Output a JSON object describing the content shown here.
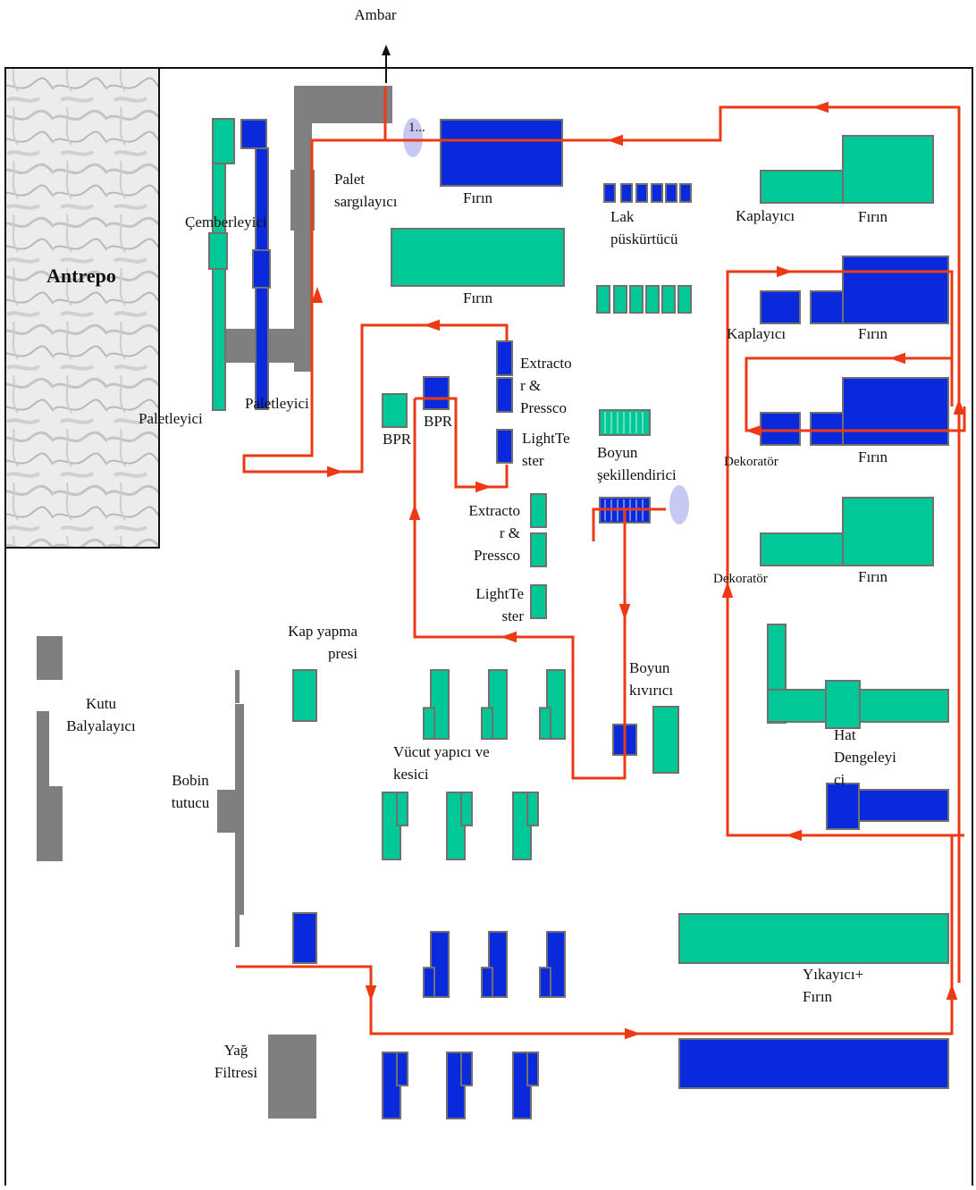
{
  "colors": {
    "green": "#00c896",
    "blue": "#0a28dc",
    "gray": "#7f7f7f",
    "flow": "#ee3a14",
    "outline": "#707070",
    "marker": "#c8c8f5"
  },
  "labels": {
    "ambar": "Ambar",
    "antrepo": "Antrepo",
    "palet_sargilayici": "Palet\nsargılayıcı",
    "cemberleyici": "Çemberleyici",
    "paletleyici_left": "Paletleyici",
    "paletleyici_center": "Paletleyici",
    "firin_top": "Fırın",
    "firin_mid": "Fırın",
    "lak_puskurtucu": "Lak\npüskürtücü",
    "kaplayici_1": "Kaplayıcı",
    "firin_r1": "Fırın",
    "kaplayici_2": "Kaplayıcı",
    "firin_r2": "Fırın",
    "dekorator_1": "Dekoratör",
    "firin_r3": "Fırın",
    "dekorator_2": "Dekoratör",
    "firin_r4": "Fırın",
    "extractor_top": "Extracto\nr &\nPressco",
    "lighttester_top": "LightTe\nster",
    "bpr_left": "BPR",
    "bpr_right": "BPR",
    "extractor_mid": "Extracto\nr &\nPressco",
    "lighttester_mid": "LightTe\nster",
    "boyun_sekillendirici": "Boyun\nşekillendirici",
    "kap_yapma_presi": "Kap yapma\npresi",
    "kutu_balyalayici": "Kutu\nBalyalayıcı",
    "bobin_tutucu": "Bobin\ntutucu",
    "vucut_yapici": "Vücut yapıcı ve\nkesici",
    "boyun_kivirici": "Boyun\nkıvırıcı",
    "hat_dengeleyici": "Hat\nDengeleyi\nci",
    "yikayici_firin": "Yıkayıcı+\nFırın",
    "yag_filtresi": "Yağ\nFiltresi",
    "marker_text": "1..."
  }
}
